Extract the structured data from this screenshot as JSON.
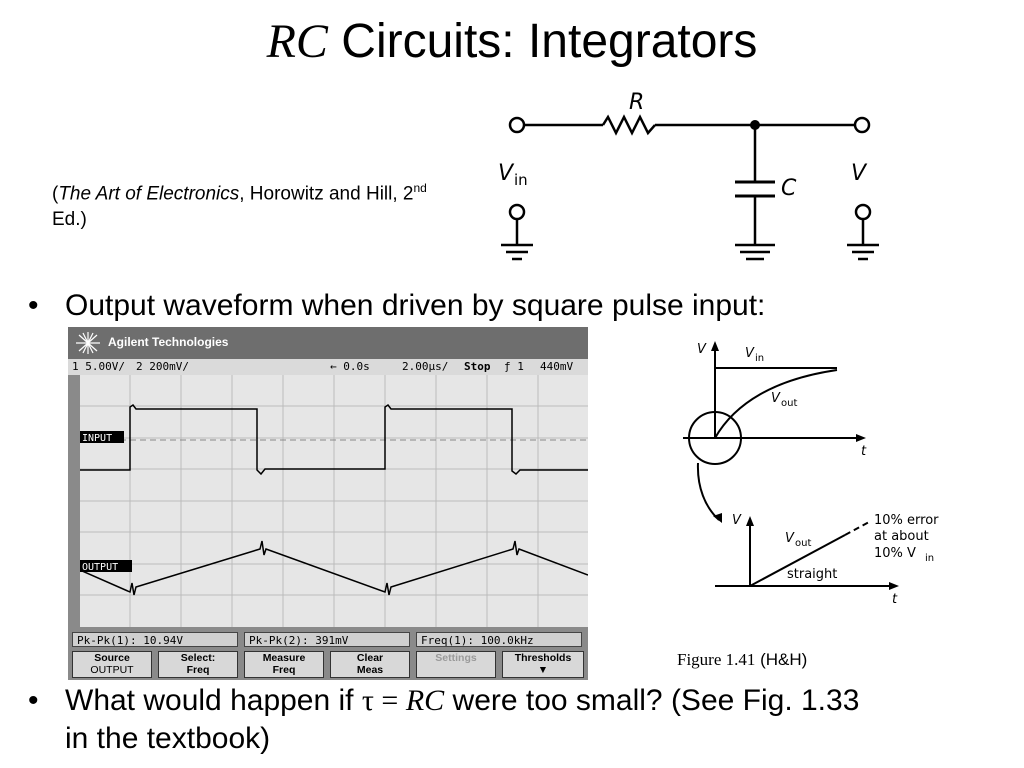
{
  "slide": {
    "title_rc": "RC",
    "title_rest": " Circuits: Integrators",
    "citation": {
      "open_paren": "(",
      "book": "The Art of Electronics",
      "authors": ", Horowitz and Hill, 2",
      "sup": "nd",
      "edition": " Ed.)"
    },
    "bullet_char": "•",
    "bullet1": "Output waveform when driven by square pulse input:",
    "bullet2": {
      "part1": "What would happen if ",
      "tau": "τ",
      "eq": " = ",
      "rc": "RC",
      "part2": " were too small?  (See Fig. 1.33",
      "line2": "in the textbook)"
    },
    "figure_caption": {
      "fig": "Figure 1.41",
      "ref": " (H&H)"
    }
  },
  "circuit": {
    "resistor_label": "R",
    "capacitor_label": "C",
    "vin_label": "V",
    "vin_sub": "in",
    "vout_label": "V"
  },
  "oscilloscope": {
    "brand": "Agilent Technologies",
    "status": {
      "ch1": "1 5.00V/",
      "ch2": "2 200mV/",
      "time_offset": "← 0.0s",
      "timebase": "2.00µs/",
      "run_state": "Stop",
      "trigger": "ƒ 1",
      "trigger_level": "440mV"
    },
    "channel_labels": [
      "INPUT",
      "OUTPUT"
    ],
    "measurements": [
      "Pk-Pk(1):  10.94V",
      "Pk-Pk(2):  391mV",
      "Freq(1):  100.0kHz"
    ],
    "softkeys": [
      {
        "line1": "Source",
        "line2": "OUTPUT",
        "disabled": false
      },
      {
        "line1": "Select:",
        "line2": "Freq",
        "disabled": false
      },
      {
        "line1": "Measure",
        "line2": "Freq",
        "disabled": false
      },
      {
        "line1": "Clear",
        "line2": "Meas",
        "disabled": false
      },
      {
        "line1": "Settings",
        "line2": "",
        "disabled": true
      },
      {
        "line1": "Thresholds",
        "line2": "",
        "disabled": false
      }
    ]
  },
  "figure": {
    "top": {
      "v_axis": "V",
      "vin": "V",
      "vin_sub": "in",
      "vout": "V",
      "vout_sub": "out",
      "t_axis": "t"
    },
    "bottom": {
      "v_axis": "V",
      "vout": "V",
      "vout_sub": "out",
      "straight": "straight",
      "error_line1": "10% error",
      "error_line2": "at about",
      "error_line3": "10% V",
      "error_sub": "in",
      "t_axis": "t"
    }
  }
}
